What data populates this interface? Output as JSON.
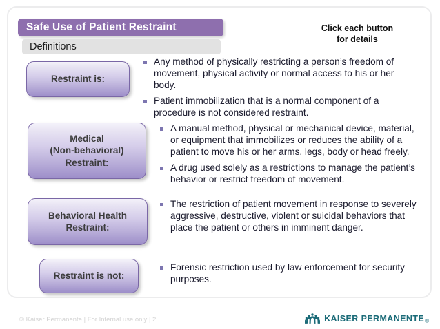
{
  "slide": {
    "title": "Safe Use of Patient Restraint",
    "subtitle": "Definitions",
    "hint_line1": "Click each button",
    "hint_line2": "for details",
    "colors": {
      "title_bar": "#8e6fae",
      "subtitle_bar": "#e2e2e2",
      "button_border": "#7a67a6",
      "button_gradient_top": "#f4f2fa",
      "button_gradient_bottom": "#9d8ec9",
      "bullet_marker": "#7d76b0",
      "body_text": "#1b1b2e",
      "brand_teal": "#1b6b78",
      "footer_text": "#d3d3d3"
    }
  },
  "sections": [
    {
      "button_label": "Restraint is:",
      "bullets": [
        "Any method of physically restricting a person’s freedom of movement, physical activity or normal access to his or her body.",
        "Patient immobilization that is a normal component of a procedure is not considered restraint."
      ]
    },
    {
      "button_label": "Medical\n(Non-behavioral)\nRestraint:",
      "bullets": [
        "A manual method, physical or mechanical device, material, or equipment that immobilizes or reduces the ability of a patient to move his or her arms, legs, body or head freely.",
        "A drug used solely as a restrictions to manage the patient’s behavior or restrict freedom of movement."
      ]
    },
    {
      "button_label": "Behavioral Health\nRestraint:",
      "bullets": [
        "The restriction of patient movement in response to severely aggressive, destructive, violent or suicidal behaviors that place the patient or others in imminent danger."
      ]
    },
    {
      "button_label": "Restraint is not:",
      "bullets": [
        "Forensic restriction used by law enforcement for security purposes."
      ]
    }
  ],
  "footer": {
    "copyright": "© Kaiser Permanente | For Internal use only | 2",
    "brand_name": "KAISER PERMANENTE",
    "brand_registered": "®",
    "brand_icon": "kaiser-permanente-people-logo"
  }
}
